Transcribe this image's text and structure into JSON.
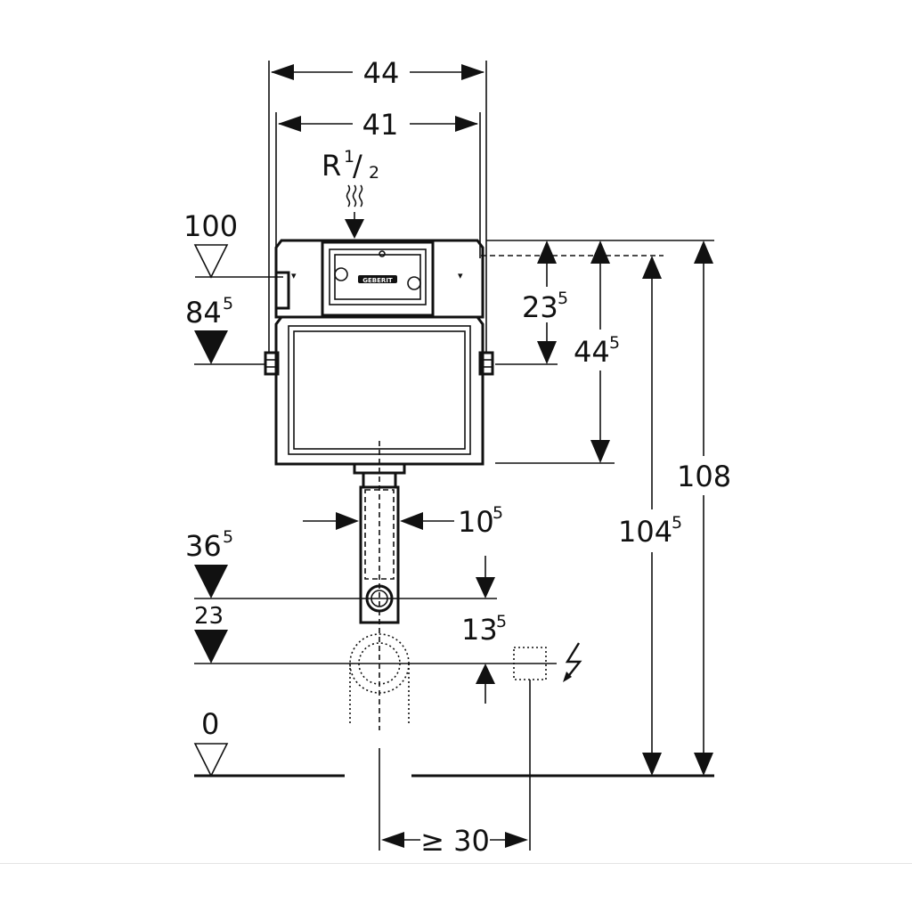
{
  "dimensions": {
    "width_outer": "44",
    "width_inner": "41",
    "connection_main": "R",
    "connection_sup": "1",
    "connection_sub": "2",
    "level_100": "100",
    "level_84_main": "84",
    "level_84_sup": "5",
    "level_36_main": "36",
    "level_36_sup": "5",
    "level_23": "23",
    "level_0": "0",
    "height_23_main": "23",
    "height_23_sup": "5",
    "height_44_main": "44",
    "height_44_sup": "5",
    "height_104_main": "104",
    "height_104_sup": "5",
    "height_108": "108",
    "pipe_width_main": "10",
    "pipe_width_sup": "5",
    "offset_13_main": "13",
    "offset_13_sup": "5",
    "distance_min": "≥ 30"
  },
  "brand": {
    "logo_text": "GEBERIT"
  },
  "icons": {
    "water": "water-wave-icon",
    "electric": "lightning-icon",
    "level_open": "open-level-triangle-icon",
    "level_filled": "filled-level-triangle-icon"
  }
}
